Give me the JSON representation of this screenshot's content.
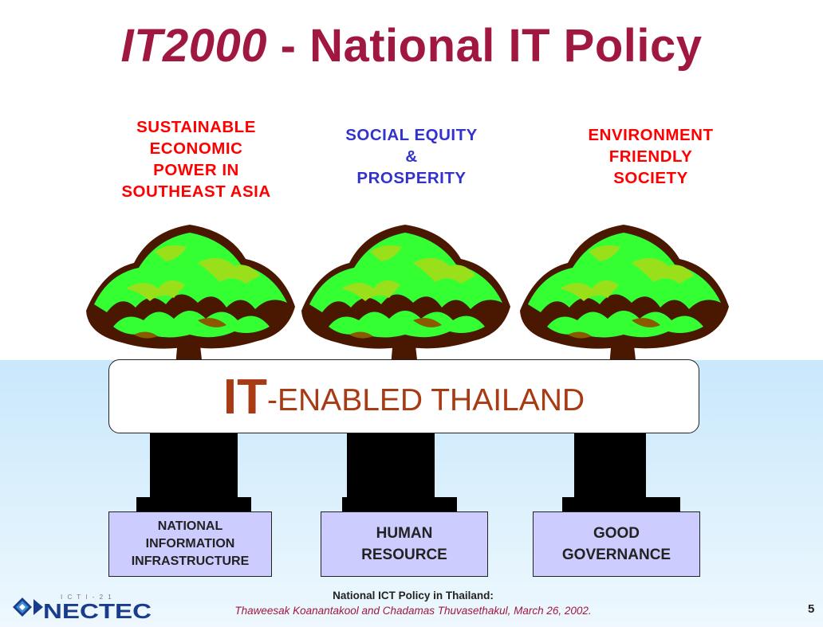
{
  "slide": {
    "title_italic": "IT2000",
    "title_rest": " - National IT Policy"
  },
  "goals": [
    {
      "lines": [
        "SUSTAINABLE",
        "ECONOMIC",
        "POWER IN",
        "SOUTHEAST ASIA"
      ],
      "color": "#ff0000"
    },
    {
      "lines": [
        "SOCIAL EQUITY",
        "&",
        "PROSPERITY"
      ],
      "color": "#3333cc"
    },
    {
      "lines": [
        "ENVIRONMENT",
        "FRIENDLY",
        "SOCIETY"
      ],
      "color": "#ff0000"
    }
  ],
  "banner": {
    "big": "IT",
    "small": "-ENABLED THAILAND"
  },
  "pillars": [
    {
      "lines": [
        "NATIONAL",
        "INFORMATION",
        "INFRASTRUCTURE"
      ]
    },
    {
      "lines": [
        "HUMAN",
        "RESOURCE"
      ]
    },
    {
      "lines": [
        "GOOD",
        "GOVERNANCE"
      ]
    }
  ],
  "footer": {
    "line1": "National ICT Policy in Thailand:",
    "line2": "Thaweesak Koanantakool and Chadamas Thuvasethakul, March 26, 2002.",
    "page": "5"
  },
  "logo": {
    "text": "NECTEC",
    "tag": "I C T I - 2 1"
  },
  "colors": {
    "title": "#a01840",
    "banner_text": "#a83a14",
    "pillar_box": "#ccccff",
    "leaf_light": "#33ff33",
    "leaf_mid": "#99e01a",
    "trunk": "#4a1800"
  }
}
